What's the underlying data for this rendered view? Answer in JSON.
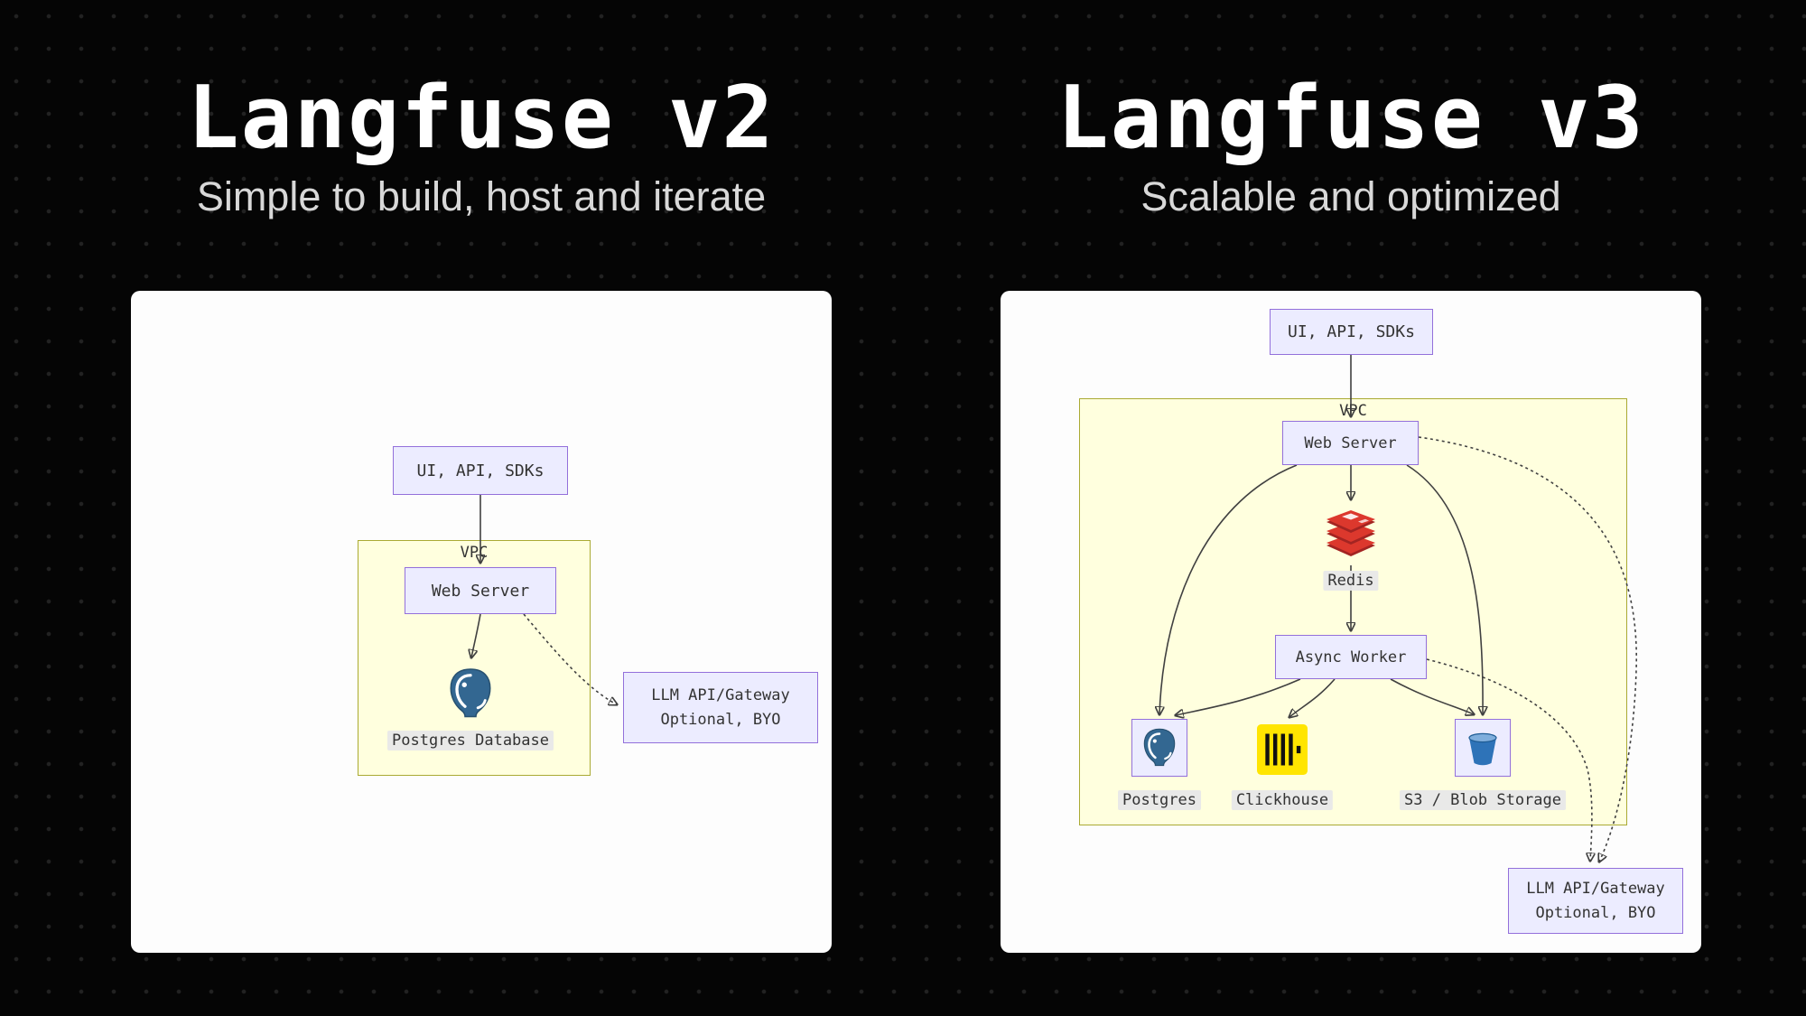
{
  "meta": {
    "kind": "architecture-comparison-diagram",
    "product": "Langfuse"
  },
  "colors": {
    "background": "#050505",
    "dot_grid": "#222222",
    "card_bg": "#fdfdfd",
    "node_fill": "#ECECFF",
    "node_border": "#9370DB",
    "vpc_fill": "#ffffde",
    "vpc_border": "#aaaa33",
    "edge_label_bg": "#e8e8e8",
    "edge_stroke": "#404040",
    "title_color": "#ffffff",
    "subtitle_color": "#d8d8d8",
    "postgres_blue": "#336791",
    "redis_red": "#DC382D",
    "clickhouse_yellow": "#FFE500",
    "s3_blue": "#2E73B8"
  },
  "left": {
    "title": "Langfuse v2",
    "subtitle": "Simple to build, host and iterate",
    "nodes": {
      "ui": "UI, API, SDKs",
      "vpc": "VPC",
      "web_server": "Web Server",
      "postgres": "Postgres Database",
      "llm_line1": "LLM API/Gateway",
      "llm_line2": "Optional, BYO"
    }
  },
  "right": {
    "title": "Langfuse v3",
    "subtitle": "Scalable and optimized",
    "nodes": {
      "ui": "UI, API, SDKs",
      "vpc": "VPC",
      "web_server": "Web Server",
      "redis": "Redis",
      "async_worker": "Async Worker",
      "postgres": "Postgres",
      "clickhouse": "Clickhouse",
      "s3": "S3 / Blob Storage",
      "llm_line1": "LLM API/Gateway",
      "llm_line2": "Optional, BYO"
    }
  }
}
